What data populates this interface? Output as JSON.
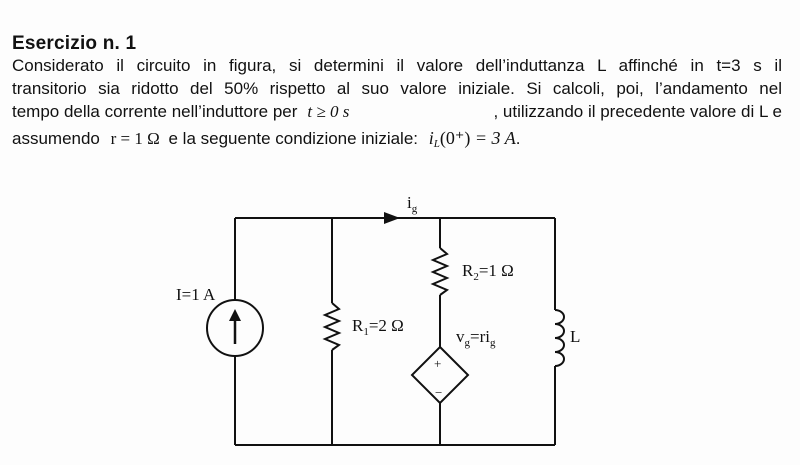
{
  "exercise": {
    "title": "Esercizio n. 1",
    "lines": [
      "Considerato il circuito in figura, si determini il valore dell’induttanza L affinché in t=3 s il",
      "transitorio sia ridotto del 50% rispetto al suo valore iniziale. Si calcoli, poi, l’andamento nel",
      "tempo della corrente nell’induttore per",
      ", utilizzando il precedente valore di L e",
      "assumendo",
      "e la seguente condizione iniziale:",
      "."
    ],
    "math": {
      "t_condition": "t ≥ 0 s",
      "r_value": "r = 1 Ω",
      "initial_condition_lhs": "i",
      "initial_condition_sub": "L",
      "initial_condition_arg": "(0⁺)",
      "initial_condition_rhs": "= 3 A"
    }
  },
  "circuit": {
    "ig_label": "i",
    "ig_sub": "g",
    "source_label": "I=1 A",
    "r1_label": "R",
    "r1_sub": "1",
    "r1_value": "=2 Ω",
    "r2_label": "R",
    "r2_sub": "2",
    "r2_value": "=1 Ω",
    "vg_label": "v",
    "vg_sub": "g",
    "vg_expr": "=ri",
    "vg_expr_sub": "g",
    "plus": "+",
    "minus": "−",
    "inductor_label": "L"
  }
}
